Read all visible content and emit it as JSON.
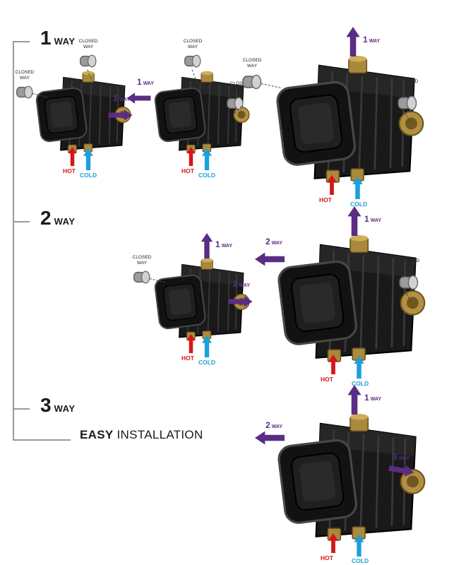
{
  "sections": [
    {
      "num": "1",
      "way": "WAY"
    },
    {
      "num": "2",
      "way": "WAY"
    },
    {
      "num": "3",
      "way": "WAY"
    }
  ],
  "easy": {
    "bold": "EASY",
    "regular": "INSTALLATION"
  },
  "ways": {
    "w1": {
      "num": "1",
      "word": "WAY"
    },
    "w2": {
      "num": "2",
      "word": "WAY"
    },
    "w3": {
      "num": "3",
      "word": "WAY"
    }
  },
  "ports": {
    "hot": "HOT",
    "cold": "COLD"
  },
  "closed": {
    "line1": "CLOSED",
    "line2": "WAY"
  },
  "colors": {
    "purple": "#5b2c83",
    "red": "#d8141a",
    "blue": "#1aa0dc",
    "brass": "#ab8a3c",
    "body": "#161616",
    "plug": "#9b9b9b"
  }
}
